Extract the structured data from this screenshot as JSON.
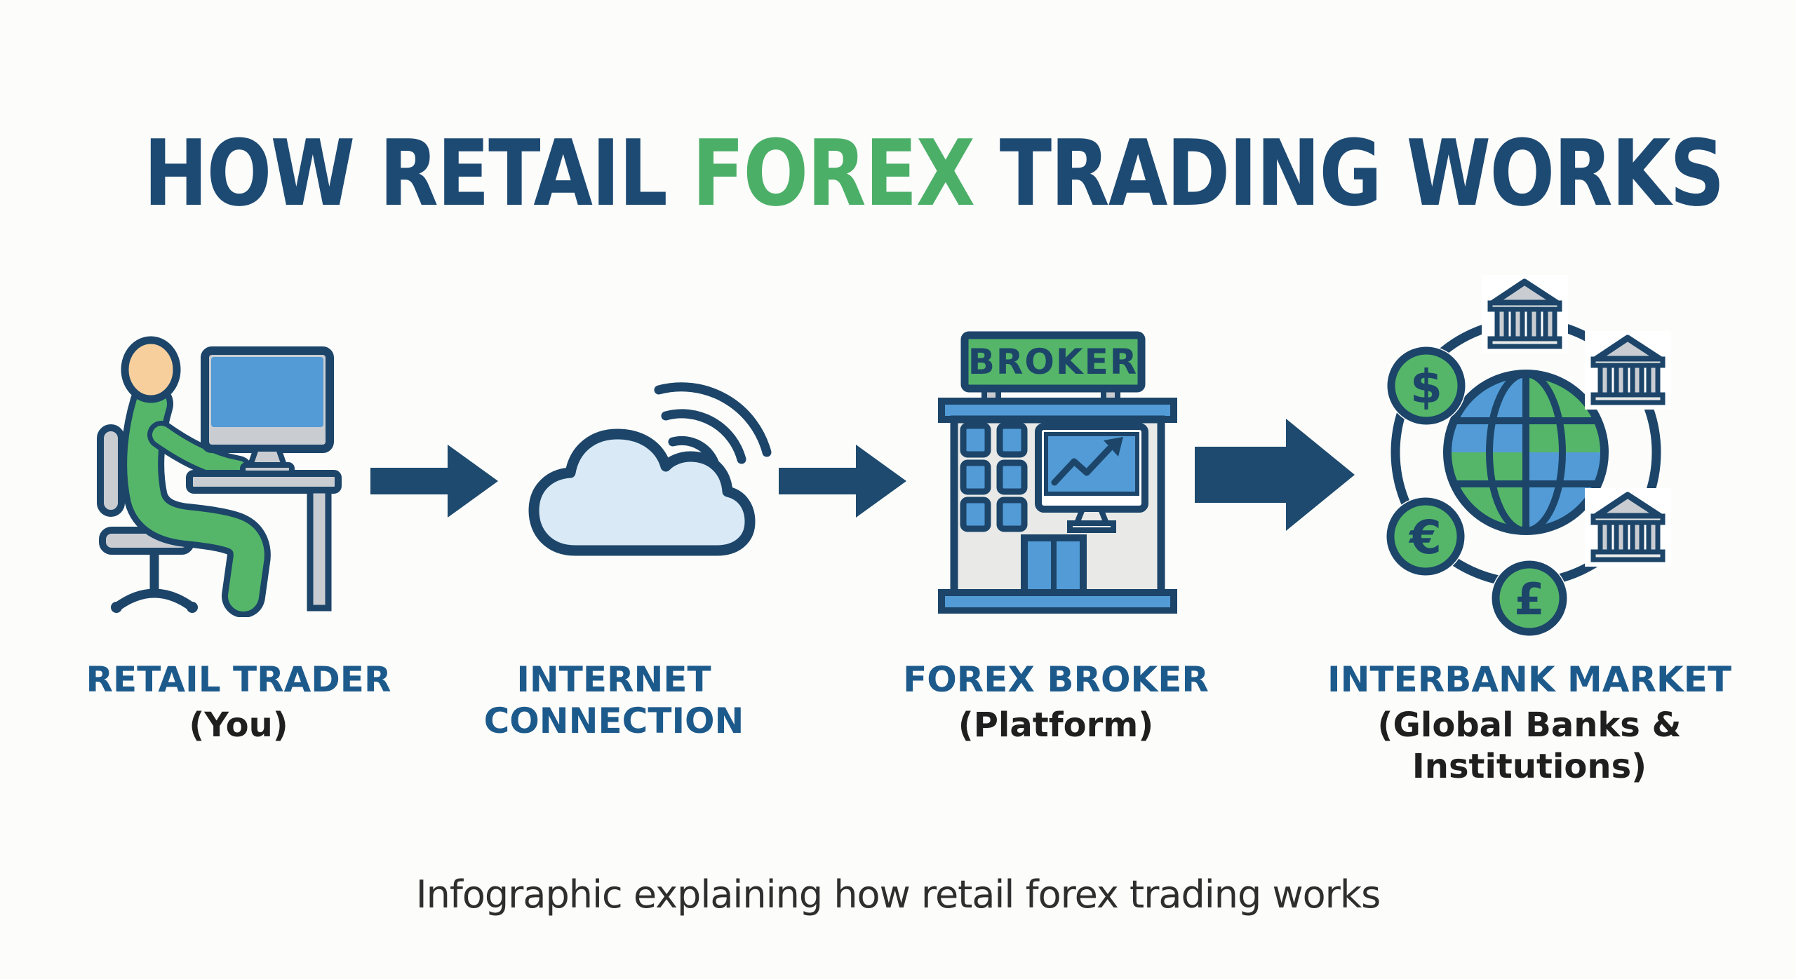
{
  "title": {
    "part1": "HOW RETAIL ",
    "highlight": "FOREX",
    "part2": " TRADING WORKS"
  },
  "colors": {
    "navy": "#1d4a73",
    "green": "#4caf68",
    "outline": "#1c4569",
    "label-blue": "#1d5a8c",
    "text-dark": "#1f1f1f",
    "arrow": "#1d4a6e",
    "bg": "#fcfcfa",
    "icon-blue": "#529bd6",
    "cloud-fill": "#d9e9f6",
    "green-fill": "#55b669",
    "gray-light": "#e9eae8",
    "gray-mid": "#c9cdd2",
    "skin": "#f7cf9d"
  },
  "steps": [
    {
      "label": "RETAIL TRADER",
      "sublabel": "(You)",
      "icon": "trader-at-computer-icon"
    },
    {
      "label": "INTERNET CONNECTION",
      "sublabel": "",
      "icon": "wifi-cloud-icon"
    },
    {
      "label": "FOREX BROKER",
      "sublabel": "(Platform)",
      "icon": "broker-building-icon",
      "sign": "BROKER"
    },
    {
      "label": "INTERBANK MARKET",
      "sublabel": "(Global Banks & Institutions)",
      "icon": "globe-banks-currencies-icon",
      "currencies": [
        "$",
        "€",
        "£"
      ]
    }
  ],
  "caption": "Infographic explaining how retail forex trading works"
}
